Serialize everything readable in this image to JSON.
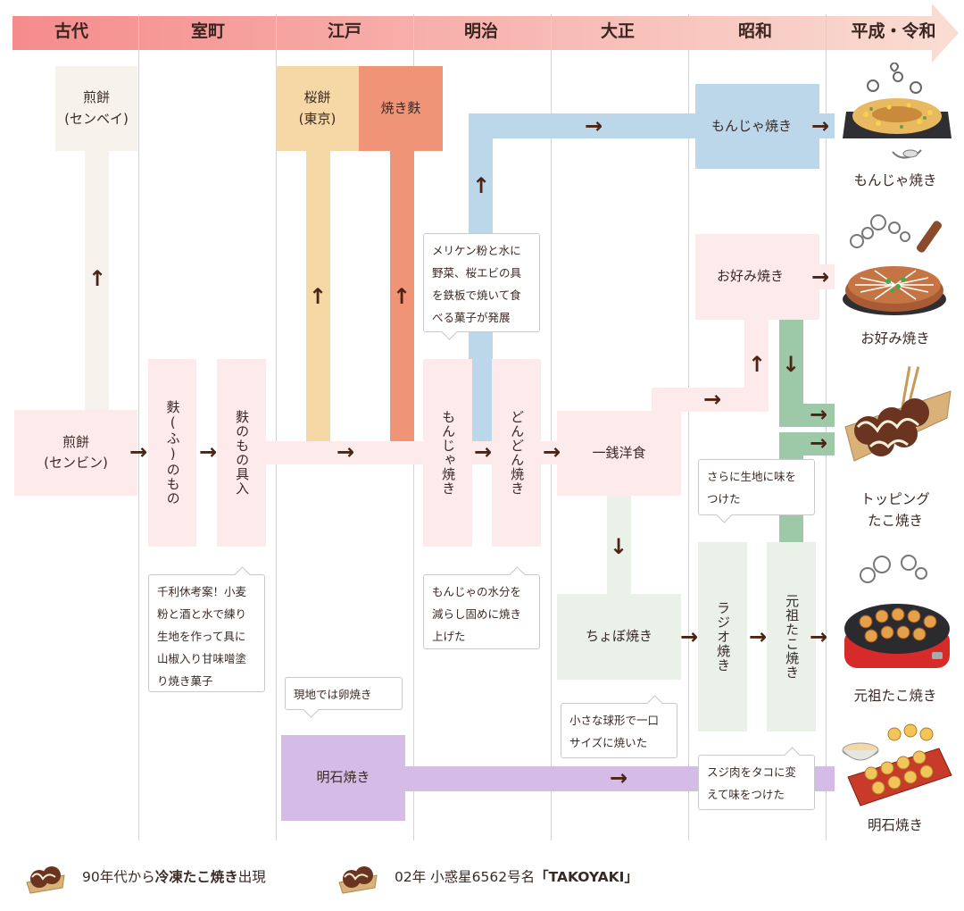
{
  "eras": [
    "古代",
    "室町",
    "江戸",
    "明治",
    "大正",
    "昭和",
    "平成・令和"
  ],
  "colors": {
    "timeline_start": "#f58c8c",
    "timeline_end": "#f9ddd3",
    "senbei_column": "#f7f3ec",
    "pink": "#fdeaea",
    "sakura_mochi": "#f5d8a5",
    "yaki_fu": "#f09478",
    "blue": "#bcd6ea",
    "green_light": "#e9f1e8",
    "green_dark": "#9dc9a8",
    "purple": "#d4bce6",
    "arrow": "#4a2515"
  },
  "boxes": {
    "senbei_top": "煎餅\n(センベイ)",
    "senpin": "煎餅\n(センビン)",
    "fu_no_mono": "麩(ふ)のもの",
    "fu_no_mono_gunyu": "麩のもの具入",
    "sakura_mochi": "桜餅\n(東京)",
    "yaki_fu": "焼き麩",
    "monja_meiji": "もんじゃ焼き",
    "dondon": "どんどん焼き",
    "issen_yoshoku": "一銭洋食",
    "monja_showa": "もんじゃ焼き",
    "okonomi_showa": "お好み焼き",
    "choboyaki": "ちょぼ焼き",
    "radio_yaki": "ラジオ焼き",
    "ganso_showa": "元祖たこ焼き",
    "akashi": "明石焼き"
  },
  "notes": {
    "sen_no_rikyu": "千利休考案！小麦粉と酒と水で練り生地を作って具に山椒入り甘味噌塗り焼き菓子",
    "egg": "現地では卵焼き",
    "meriken": "メリケン粉と水に野菜、桜エビの具を鉄板で焼いて食べる菓子が発展",
    "monja_water": "もんじゃの水分を減らし固めに焼き上げた",
    "small_ball": "小さな球形で一口サイズに焼いた",
    "dough_taste": "さらに生地に味をつけた",
    "tako": "スジ肉をタコに変えて味をつけた"
  },
  "foods": {
    "monja": "もんじゃ焼き",
    "okonomi": "お好み焼き",
    "topping": "トッピング\nたこ焼き",
    "ganso": "元祖たこ焼き",
    "akashi": "明石焼き"
  },
  "icons": [
    "monjayaki-icon",
    "okonomiyaki-icon",
    "topping-takoyaki-icon",
    "takoyaki-pan-icon",
    "akashiyaki-icon",
    "takoyaki-boat-icon"
  ],
  "footer": {
    "left_pre": "90年代から",
    "left_bold": "冷凍たこ焼き",
    "left_post": "出現",
    "right_pre": "02年 小惑星6562号名",
    "right_bold": "「TAKOYAKI」"
  }
}
